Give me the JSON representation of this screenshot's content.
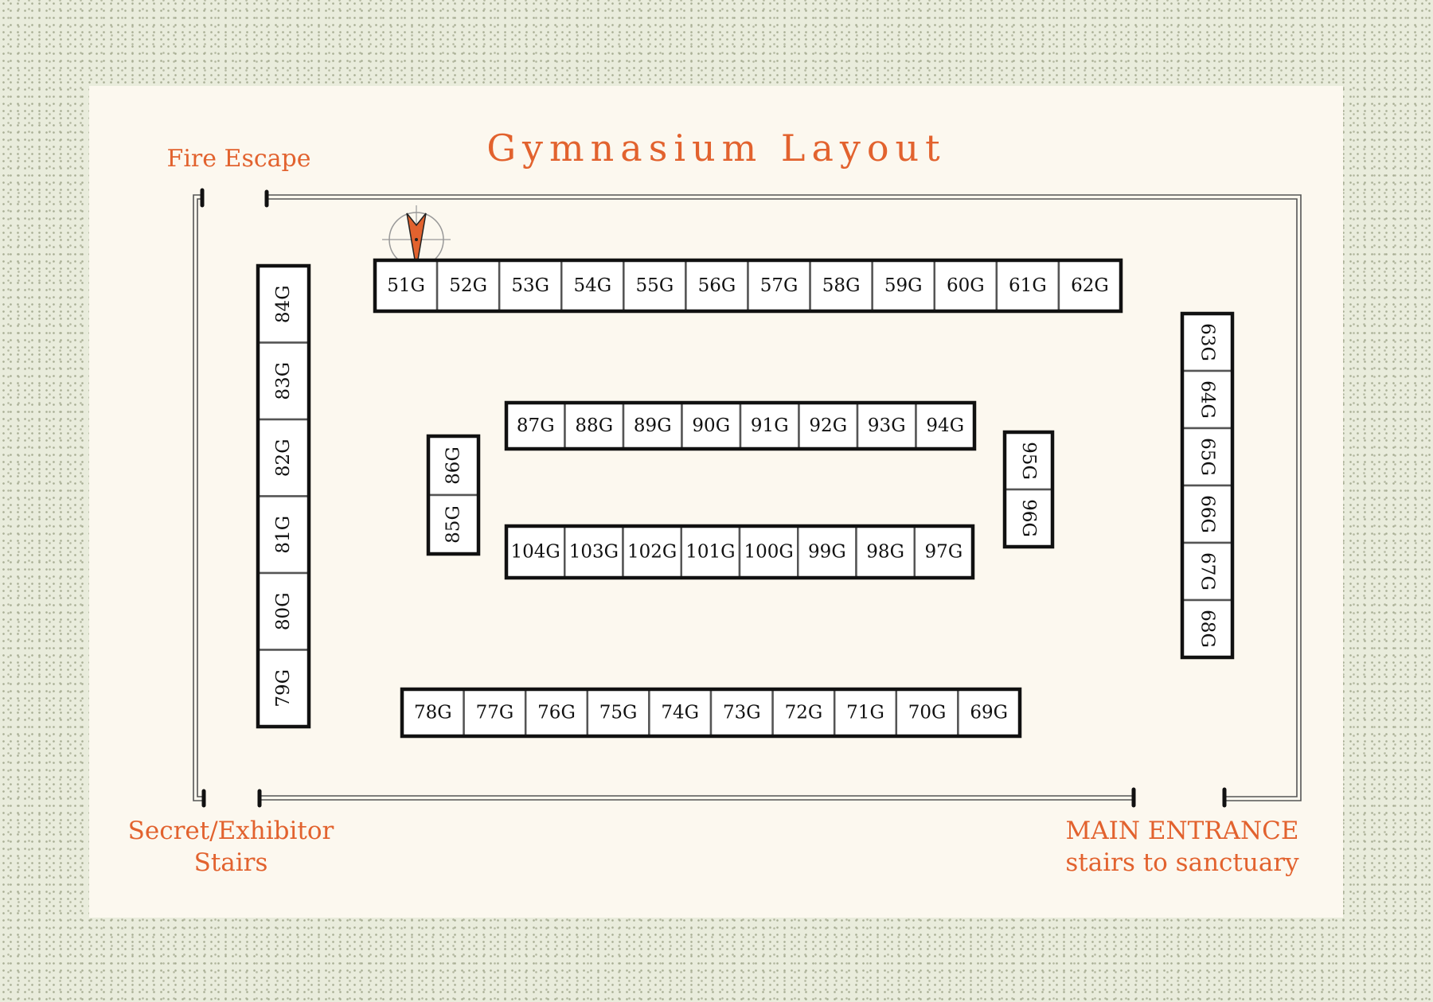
{
  "map": {
    "title": "Gymnasium Layout",
    "labels": {
      "fire_escape": "Fire Escape",
      "secret_line1": "Secret/Exhibitor",
      "secret_line2": "Stairs",
      "main_line1": "MAIN ENTRANCE",
      "main_line2": "stairs to sanctuary"
    },
    "colors": {
      "accent": "#e2622e",
      "booth_border": "#111111",
      "background": "#fcf8ef"
    },
    "compass_icon": "compass-north-arrow-icon",
    "booths": {
      "top_row": [
        "51G",
        "52G",
        "53G",
        "54G",
        "55G",
        "56G",
        "57G",
        "58G",
        "59G",
        "60G",
        "61G",
        "62G"
      ],
      "left_column": [
        "84G",
        "83G",
        "82G",
        "81G",
        "80G",
        "79G"
      ],
      "small_left": [
        "86G",
        "85G"
      ],
      "mid_upper": [
        "87G",
        "88G",
        "89G",
        "90G",
        "91G",
        "92G",
        "93G",
        "94G"
      ],
      "mid_lower": [
        "104G",
        "103G",
        "102G",
        "101G",
        "100G",
        "99G",
        "98G",
        "97G"
      ],
      "small_right": [
        "95G",
        "96G"
      ],
      "right_column": [
        "63G",
        "64G",
        "65G",
        "66G",
        "67G",
        "68G"
      ],
      "bottom_row": [
        "78G",
        "77G",
        "76G",
        "75G",
        "74G",
        "73G",
        "72G",
        "71G",
        "70G",
        "69G"
      ]
    }
  }
}
